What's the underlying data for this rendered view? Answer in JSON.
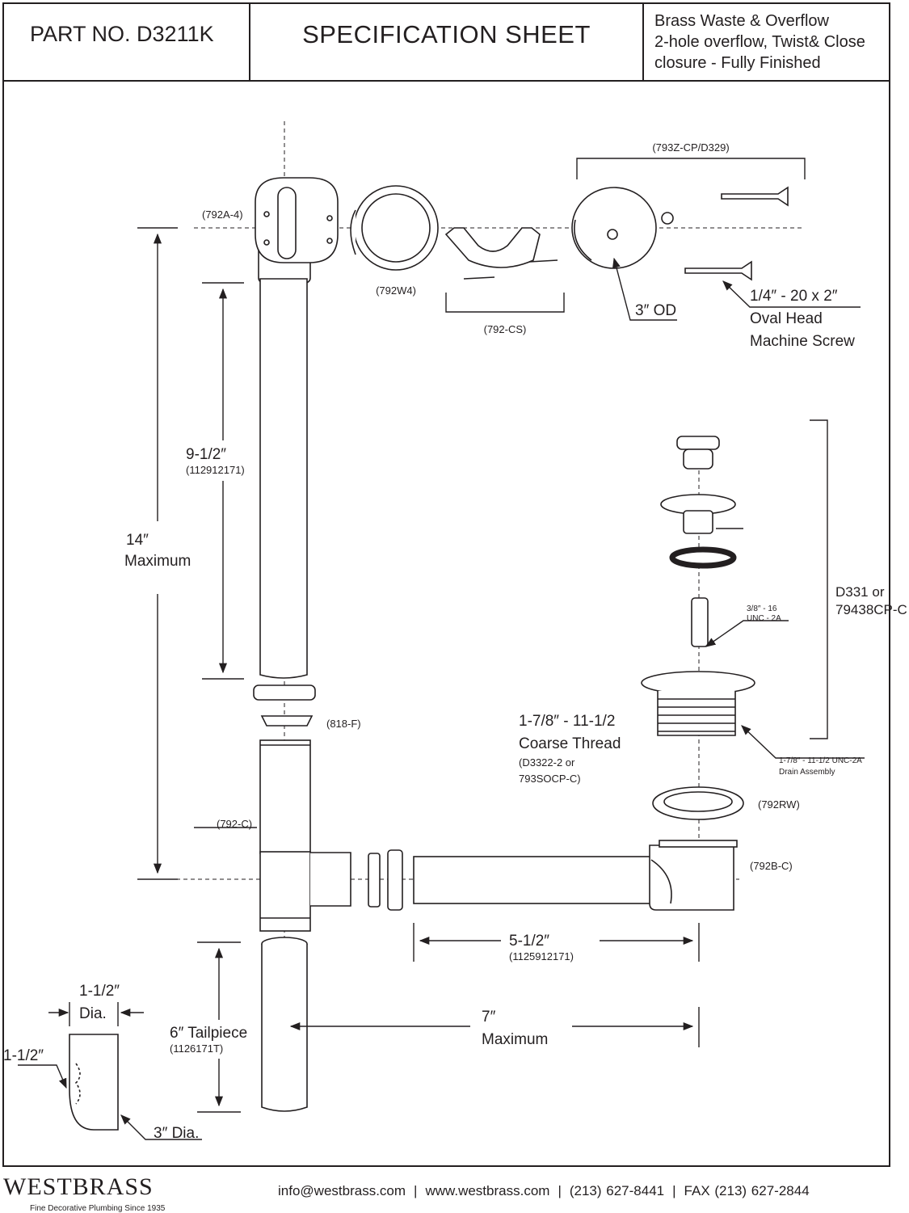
{
  "header": {
    "part_no": "PART NO.   D3211K",
    "title": "SPECIFICATION SHEET",
    "desc_lines": [
      "Brass Waste & Overflow",
      "2-hole overflow, Twist& Close",
      "closure - Fully Finished"
    ]
  },
  "labels": {
    "l792a4": "(792A-4)",
    "l793z": "(793Z-CP/D329)",
    "l792w4": "(792W4)",
    "l792cs": "(792-CS)",
    "od3": "3″ OD",
    "screw1": "1/4″ - 20 x 2″",
    "screw2": "Oval Head",
    "screw3": "Machine Screw",
    "dim9a": "9-1/2″",
    "dim9b": "(112912171)",
    "dim14a": "14″",
    "dim14b": "Maximum",
    "d331a": "D331 or",
    "d331b": "79438CP-C",
    "unc1": "3/8″ - 16",
    "unc2": "UNC - 2A",
    "l818f": "(818-F)",
    "thread1": "1-7/8″ - 11-1/2",
    "thread2": "Coarse Thread",
    "thread3": "(D3322-2 or",
    "thread4": "793SOCP-C)",
    "drain1": "1-7/8″ - 11-1/2 UNC-2A",
    "drain2": "Drain Assembly",
    "l792c": "(792-C)",
    "l792rw": "(792RW)",
    "l792bc": "(792B-C)",
    "dim512a": "5-1/2″",
    "dim512b": "(1125912171)",
    "dia1": "1-1/2″",
    "dia2": "Dia.",
    "dia3": "1-1/2″",
    "dia4": "3″ Dia.",
    "tail1": "6″ Tailpiece",
    "tail2": "(1126171T)",
    "dim7a": "7″",
    "dim7b": "Maximum"
  },
  "footer": {
    "brand": "WESTBRASS",
    "tagline": "Fine Decorative Plumbing Since 1935",
    "email": "info@westbrass.com",
    "web": "www.westbrass.com",
    "phone": "(213) 627-8441",
    "fax": "FAX (213) 627-2844"
  }
}
